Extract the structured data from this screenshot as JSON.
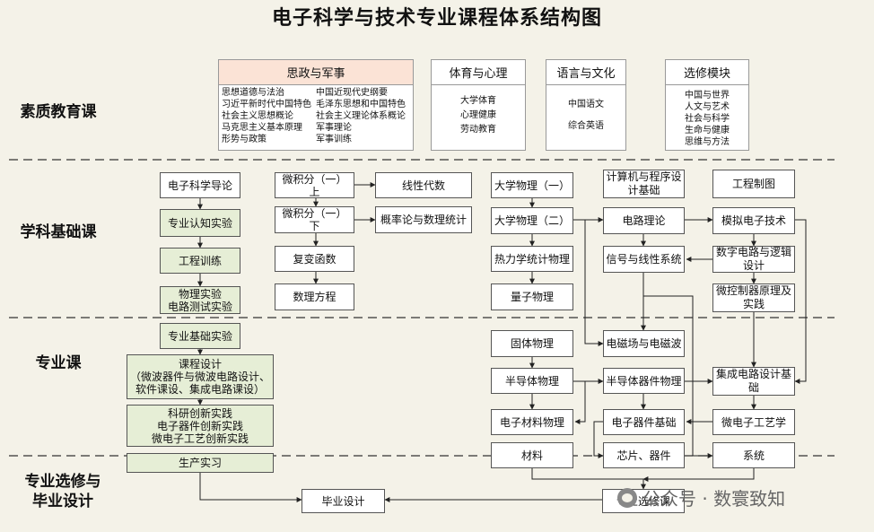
{
  "title": "电子科学与技术专业课程体系结构图",
  "sections": {
    "quality": "素质教育课",
    "foundation": "学科基础课",
    "major": "专业课",
    "elective_1": "专业选修与",
    "elective_2": "毕业设计"
  },
  "quality_categories": {
    "ideology": {
      "title": "思政与军事",
      "left": [
        "思想道德与法治",
        "习近平新时代中国特色",
        "社会主义思想概论",
        "马克思主义基本原理",
        "形势与政策"
      ],
      "right": [
        "中国近现代史纲要",
        "毛泽东思想和中国特色",
        "社会主义理论体系概论",
        "军事理论",
        "军事训练"
      ]
    },
    "sports": {
      "title": "体育与心理",
      "items": [
        "大学体育",
        "心理健康",
        "劳动教育"
      ]
    },
    "language": {
      "title": "语言与文化",
      "items": [
        "中国语文",
        "综合英语"
      ]
    },
    "elective": {
      "title": "选修模块",
      "items": [
        "中国与世界",
        "人文与艺术",
        "社会与科学",
        "生命与健康",
        "思维与方法"
      ]
    }
  },
  "courses": {
    "intro": "电子科学导论",
    "cognition_lab": "专业认知实验",
    "eng_training": "工程训练",
    "physics_lab_1": "物理实验",
    "physics_lab_2": "电路测试实验",
    "calc1_up": "微积分（一）上",
    "linear_alg": "线性代数",
    "calc1_down": "微积分（一）下",
    "probability": "概率论与数理统计",
    "complex_fn": "复变函数",
    "math_eq": "数理方程",
    "phys1": "大学物理（一）",
    "phys2": "大学物理（二）",
    "thermo": "热力学统计物理",
    "quantum": "量子物理",
    "programming": "计算机与程序设计基础",
    "eng_drawing": "工程制图",
    "circuit": "电路理论",
    "analog": "模拟电子技术",
    "signals": "信号与线性系统",
    "digital": "数字电路与逻辑设计",
    "mcu": "微控制器原理及实践",
    "major_lab": "专业基础实验",
    "course_design_1": "课程设计",
    "course_design_2": "（微波器件与微波电路设计、",
    "course_design_3": "软件课设、集成电路课设）",
    "innov_1": "科研创新实践",
    "innov_2": "电子器件创新实践",
    "innov_3": "微电子工艺创新实践",
    "solid_state": "固体物理",
    "em_field": "电磁场与电磁波",
    "semi_phys": "半导体物理",
    "semi_device": "半导体器件物理",
    "ic_design": "集成电路设计基础",
    "materials_phys": "电子材料物理",
    "device_basics": "电子器件基础",
    "microelec": "微电子工艺学",
    "production": "生产实习",
    "materials": "材料",
    "chips": "芯片、器件",
    "system": "系统",
    "graduation": "毕业设计",
    "major_elective": "专业选修课"
  },
  "watermark": "公众号 · 数寰致知",
  "colors": {
    "background": "#f4f2e8",
    "green_box": "#e6eed6",
    "pink_header": "#fbe3d6",
    "line": "#222222"
  }
}
